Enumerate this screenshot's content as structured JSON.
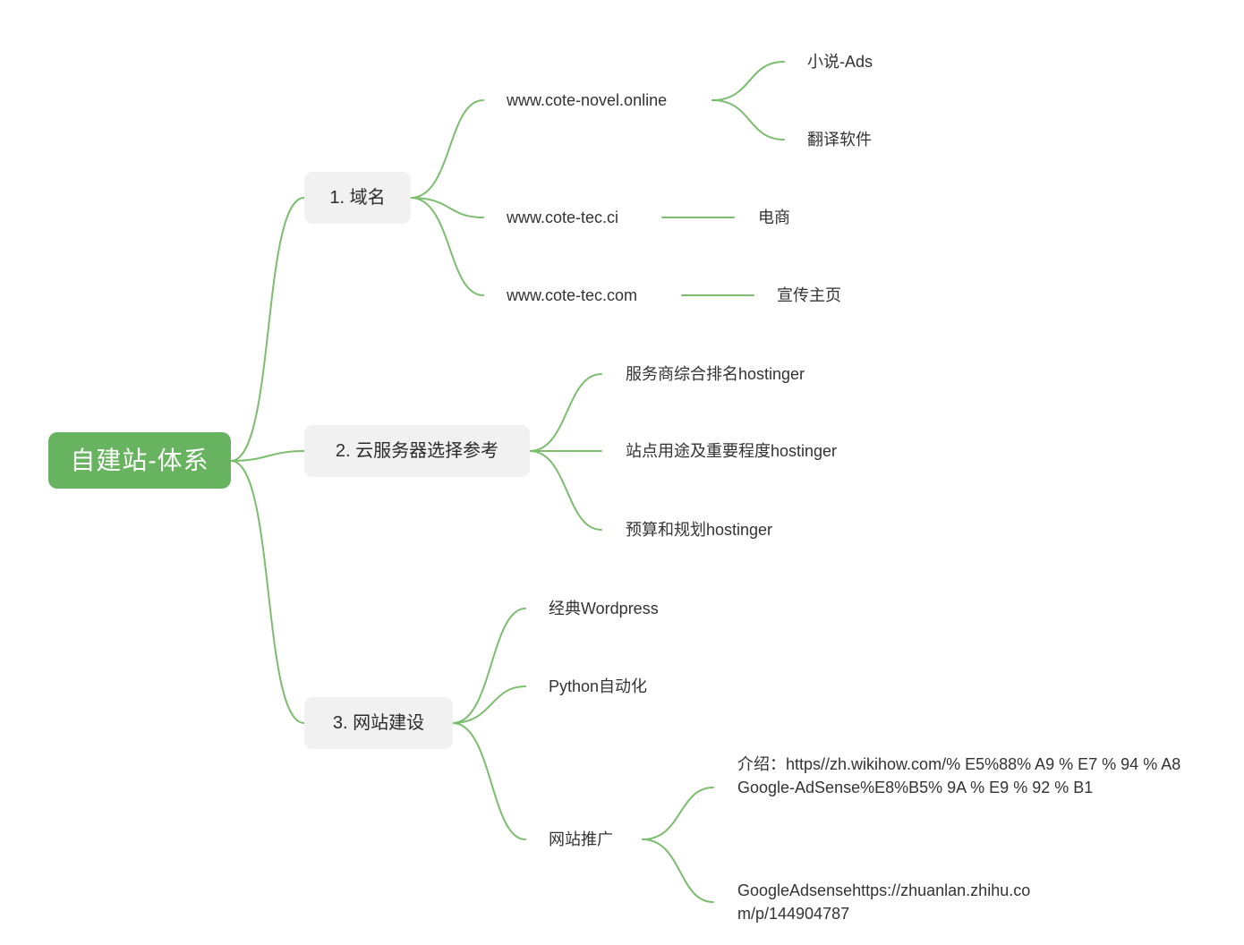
{
  "diagram": {
    "colors": {
      "accent": "#68b35f",
      "topic_bg": "#f1f1f1",
      "line": "#7cbd6f"
    },
    "root": {
      "label": "自建站-体系"
    },
    "topics": [
      {
        "label": "1. 域名",
        "children": [
          {
            "label": "www.cote-novel.online",
            "children": [
              "小说-Ads",
              "翻译软件"
            ]
          },
          {
            "label": "www.cote-tec.ci",
            "children": [
              "电商"
            ]
          },
          {
            "label": "www.cote-tec.com",
            "children": [
              "宣传主页"
            ]
          }
        ]
      },
      {
        "label": "2. 云服务器选择参考",
        "children": [
          {
            "label": "服务商综合排名hostinger"
          },
          {
            "label": "站点用途及重要程度hostinger"
          },
          {
            "label": "预算和规划hostinger"
          }
        ]
      },
      {
        "label": "3. 网站建设",
        "children": [
          {
            "label": "经典Wordpress"
          },
          {
            "label": "Python自动化"
          },
          {
            "label": "网站推广",
            "children": [
              "介绍：https//zh.wikihow.com/% E5%88% A9 % E7 % 94 % A8Google-AdSense%E8%B5% 9A % E9 % 92 % B1",
              "GoogleAdsensehttps://zhuanlan.zhihu.com/p/144904787"
            ]
          }
        ]
      }
    ]
  }
}
